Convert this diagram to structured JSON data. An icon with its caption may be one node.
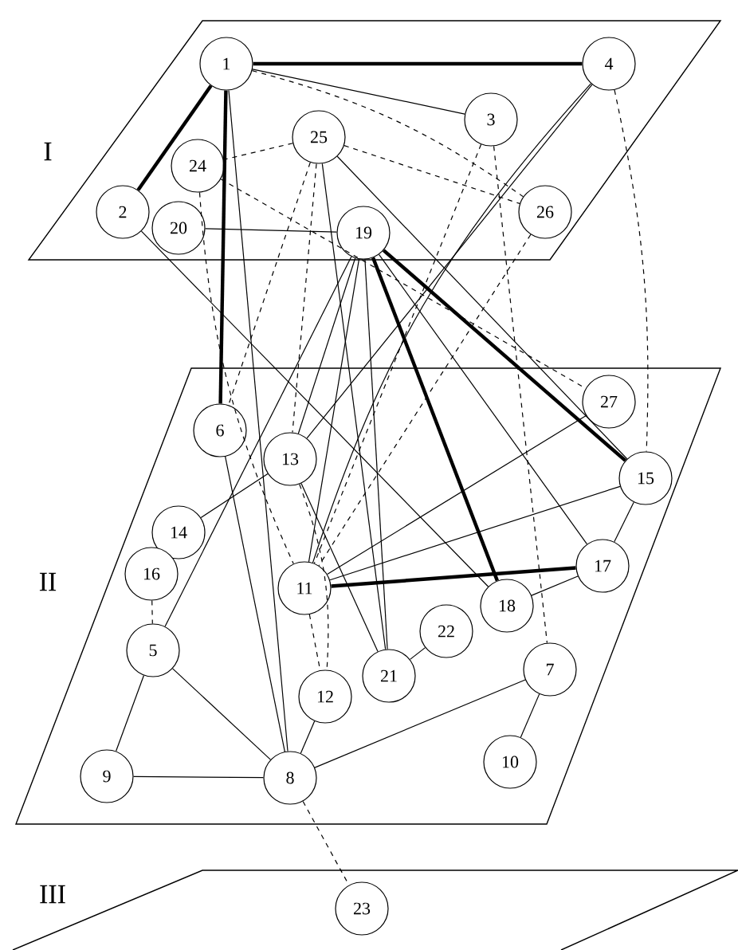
{
  "diagram": {
    "nodes": [
      {
        "text": [
          "I"
        ]
      },
      {
        "text": [
          "1"
        ],
        "in": 0
      },
      {
        "text": [
          "4"
        ],
        "in": 0
      },
      {
        "text": [
          "3"
        ],
        "in": 0
      },
      {
        "text": [
          "25"
        ],
        "in": 0
      },
      {
        "text": [
          "24"
        ],
        "in": 0
      },
      {
        "text": [
          "2"
        ],
        "in": 0
      },
      {
        "text": [
          "20"
        ],
        "in": 0
      },
      {
        "text": [
          "19"
        ],
        "in": 0
      },
      {
        "text": [
          "26"
        ],
        "in": 0
      },
      {
        "text": [
          "II"
        ]
      },
      {
        "text": [
          "27"
        ],
        "in": 10
      },
      {
        "text": [
          "6"
        ],
        "in": 10
      },
      {
        "text": [
          "13"
        ],
        "in": 10
      },
      {
        "text": [
          "15"
        ],
        "in": 10
      },
      {
        "text": [
          "14"
        ],
        "in": 10
      },
      {
        "text": [
          "16"
        ],
        "in": 10
      },
      {
        "text": [
          "11"
        ],
        "in": 10
      },
      {
        "text": [
          "17"
        ],
        "in": 10
      },
      {
        "text": [
          "18"
        ],
        "in": 10
      },
      {
        "text": [
          "22"
        ],
        "in": 10
      },
      {
        "text": [
          "5"
        ],
        "in": 10
      },
      {
        "text": [
          "21"
        ],
        "in": 10
      },
      {
        "text": [
          "12"
        ],
        "in": 10
      },
      {
        "text": [
          "7"
        ],
        "in": 10
      },
      {
        "text": [
          "9"
        ],
        "in": 10
      },
      {
        "text": [
          "8"
        ],
        "in": 10
      },
      {
        "text": [
          "10"
        ],
        "in": 10
      },
      {
        "text": [
          "III"
        ]
      },
      {
        "text": [
          "23"
        ],
        "in": 28
      }
    ],
    "edges": [
      {
        "from": 1,
        "to": 2,
        "arrow": "none",
        "style": "thick"
      },
      {
        "from": 1,
        "to": 3,
        "arrow": "none"
      },
      {
        "from": 1,
        "to": 6,
        "arrow": "none",
        "style": "thick"
      },
      {
        "from": 1,
        "to": 12,
        "arrow": "none",
        "style": "thick"
      },
      {
        "from": 1,
        "to": 26,
        "arrow": "none"
      },
      {
        "from": 1,
        "to": 9,
        "arrow": "none",
        "style": "dashed"
      },
      {
        "from": 4,
        "to": 5,
        "arrow": "none",
        "style": "dashed"
      },
      {
        "from": 4,
        "to": 12,
        "arrow": "none",
        "style": "dashed"
      },
      {
        "from": 4,
        "to": 13,
        "arrow": "none",
        "style": "dashed"
      },
      {
        "from": 4,
        "to": 9,
        "arrow": "none",
        "style": "dashed"
      },
      {
        "from": 4,
        "to": 22,
        "arrow": "none"
      },
      {
        "from": 4,
        "to": 14,
        "arrow": "none"
      },
      {
        "from": 5,
        "to": 11,
        "arrow": "none",
        "style": "dashed"
      },
      {
        "from": 5,
        "to": 17,
        "arrow": "none",
        "style": "dashed"
      },
      {
        "from": 6,
        "to": 19,
        "arrow": "none"
      },
      {
        "from": 7,
        "to": 8,
        "arrow": "none"
      },
      {
        "from": 8,
        "to": 17,
        "arrow": "none"
      },
      {
        "from": 8,
        "to": 13,
        "arrow": "none"
      },
      {
        "from": 8,
        "to": 19,
        "arrow": "none",
        "style": "thick"
      },
      {
        "from": 8,
        "to": 14,
        "arrow": "none",
        "style": "thick"
      },
      {
        "from": 8,
        "to": 18,
        "arrow": "none"
      },
      {
        "from": 8,
        "to": 22,
        "arrow": "none"
      },
      {
        "from": 3,
        "to": 17,
        "arrow": "none",
        "style": "dashed"
      },
      {
        "from": 3,
        "to": 24,
        "arrow": "none",
        "style": "dashed"
      },
      {
        "from": 2,
        "to": 13,
        "arrow": "none"
      },
      {
        "from": 2,
        "to": 17,
        "arrow": "none"
      },
      {
        "from": 2,
        "to": 14,
        "arrow": "none",
        "style": "dashed"
      },
      {
        "from": 9,
        "to": 17,
        "arrow": "none",
        "style": "dashed"
      },
      {
        "from": 12,
        "to": 26,
        "arrow": "none"
      },
      {
        "from": 13,
        "to": 15,
        "arrow": "none"
      },
      {
        "from": 13,
        "to": 22,
        "arrow": "none"
      },
      {
        "from": 13,
        "to": 23,
        "arrow": "none",
        "style": "dashed"
      },
      {
        "from": 17,
        "to": 11,
        "arrow": "none"
      },
      {
        "from": 17,
        "to": 14,
        "arrow": "none"
      },
      {
        "from": 17,
        "to": 18,
        "arrow": "none",
        "style": "thick"
      },
      {
        "from": 16,
        "to": 21,
        "arrow": "none",
        "style": "dashed"
      },
      {
        "from": 21,
        "to": 25,
        "arrow": "none"
      },
      {
        "from": 21,
        "to": 26,
        "arrow": "none"
      },
      {
        "from": 21,
        "to": 8,
        "arrow": "none"
      },
      {
        "from": 26,
        "to": 25,
        "arrow": "none"
      },
      {
        "from": 26,
        "to": 23,
        "arrow": "none"
      },
      {
        "from": 26,
        "to": 24,
        "arrow": "none"
      },
      {
        "from": 26,
        "to": 29,
        "arrow": "none",
        "style": "dashed"
      },
      {
        "from": 24,
        "to": 27,
        "arrow": "none"
      },
      {
        "from": 18,
        "to": 19,
        "arrow": "none"
      },
      {
        "from": 22,
        "to": 20,
        "arrow": "none"
      },
      {
        "from": 17,
        "to": 23,
        "arrow": "none",
        "style": "dashed"
      },
      {
        "from": 18,
        "to": 14,
        "arrow": "none"
      }
    ]
  }
}
